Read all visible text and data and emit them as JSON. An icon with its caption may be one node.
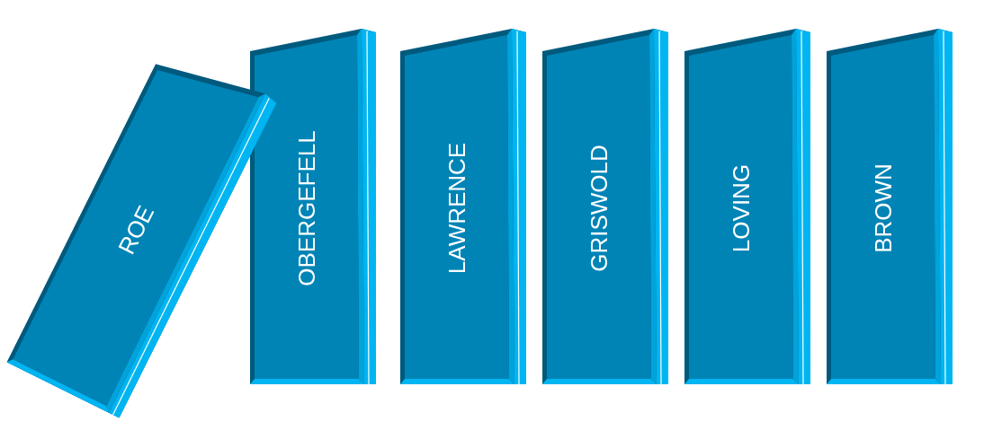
{
  "diagram": {
    "nodes": [
      {
        "text": [
          "ROE"
        ]
      },
      {
        "text": [
          "OBERGEFELL"
        ]
      },
      {
        "text": [
          "LAWRENCE"
        ]
      },
      {
        "text": [
          "GRISWOLD"
        ]
      },
      {
        "text": [
          "LOVING"
        ]
      },
      {
        "text": [
          "BROWN"
        ]
      }
    ]
  }
}
